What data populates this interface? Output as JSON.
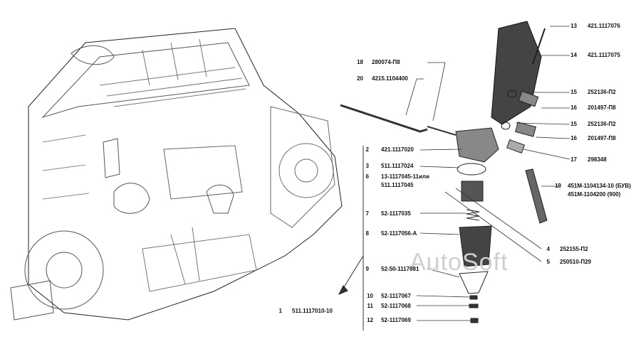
{
  "watermark": "AutoSoft",
  "callouts": [
    {
      "num": "1",
      "code": "511.1117010-10"
    },
    {
      "num": "2",
      "code": "421.1117020"
    },
    {
      "num": "3",
      "code": "511.1117024"
    },
    {
      "num": "6",
      "code": "13-1117045-11или"
    },
    {
      "num": "",
      "code": "511.1117045"
    },
    {
      "num": "7",
      "code": "52-1117035"
    },
    {
      "num": "8",
      "code": "52-1117056-А"
    },
    {
      "num": "9",
      "code": "52-50-1117081"
    },
    {
      "num": "10",
      "code": "52-1117067"
    },
    {
      "num": "11",
      "code": "52-1117068"
    },
    {
      "num": "12",
      "code": "52-1117069"
    },
    {
      "num": "13",
      "code": "421.1117076"
    },
    {
      "num": "14",
      "code": "421.1117075"
    },
    {
      "num": "15",
      "code": "252136-П2"
    },
    {
      "num": "16",
      "code": "201497-П8"
    },
    {
      "num": "15",
      "code": "252136-П2"
    },
    {
      "num": "16",
      "code": "201497-П8"
    },
    {
      "num": "17",
      "code": "298348"
    },
    {
      "num": "19",
      "code": "451М-1104134-10 (БУВ)"
    },
    {
      "num": "",
      "code": "451М-1104200 (900)"
    },
    {
      "num": "4",
      "code": "252155-П2"
    },
    {
      "num": "5",
      "code": "250510-П29"
    },
    {
      "num": "18",
      "code": "280074-П8"
    },
    {
      "num": "20",
      "code": "4215.1104400"
    }
  ]
}
